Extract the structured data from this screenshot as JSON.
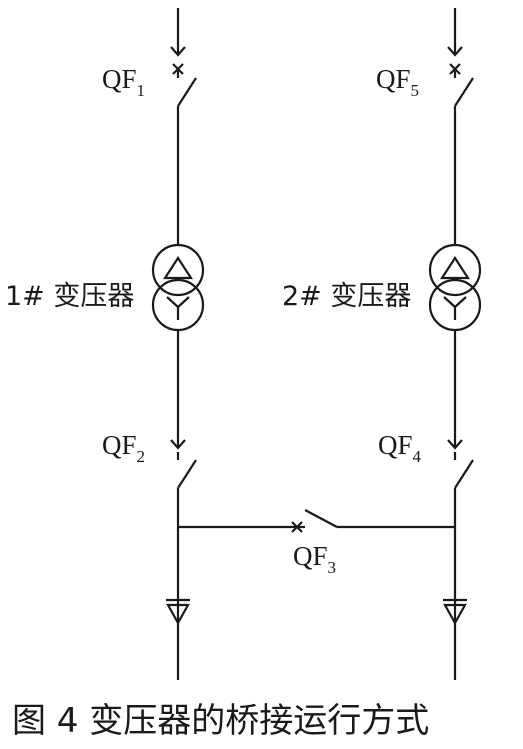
{
  "breakers": {
    "qf1": {
      "main": "QF",
      "sub": "1"
    },
    "qf2": {
      "main": "QF",
      "sub": "2"
    },
    "qf3": {
      "main": "QF",
      "sub": "3"
    },
    "qf4": {
      "main": "QF",
      "sub": "4"
    },
    "qf5": {
      "main": "QF",
      "sub": "5"
    }
  },
  "transformers": {
    "t1": "1# 变压器",
    "t2": "2# 变压器"
  },
  "caption": "图 4  变压器的桥接运行方式"
}
